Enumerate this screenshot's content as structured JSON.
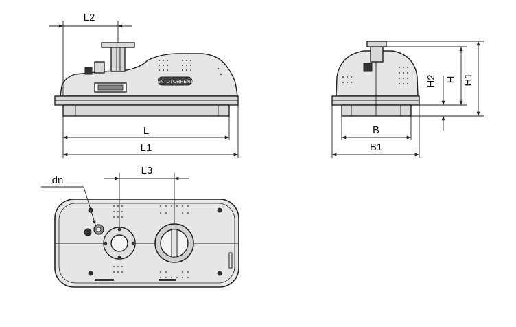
{
  "labels": {
    "l2": "L2",
    "l": "L",
    "l1": "L1",
    "b": "B",
    "b1": "B1",
    "h2": "H2",
    "h": "H",
    "h1": "H1",
    "dn": "dn",
    "l3": "L3"
  },
  "badge": {
    "text": "ENTDTORRENT"
  }
}
